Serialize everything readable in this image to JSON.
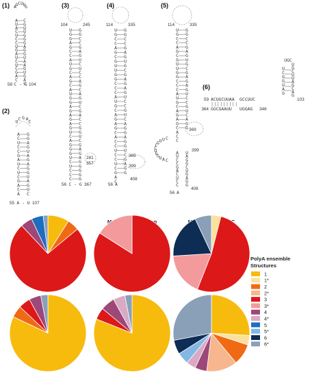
{
  "colors": {
    "1": "#f7bb0e",
    "1*": "#fbe19b",
    "2": "#f06a16",
    "2*": "#f7b68d",
    "3": "#dc1818",
    "3*": "#f29a9c",
    "4": "#9e4779",
    "4*": "#d8aac4",
    "5": "#1d6ebf",
    "5*": "#85b7e4",
    "6": "#0d2d55",
    "6*": "#8a9fb8"
  },
  "structures": [
    {
      "id": "s1",
      "label": "(1)",
      "top": "AGCUUG",
      "side_left": "AUACUCCUGAUCUCGAC",
      "side_right": "CGUUGGGAGGUAAGUGAC",
      "five_prime": "58",
      "three_prime": "104",
      "bottom_pair": "C - G"
    },
    {
      "id": "s2",
      "label": "(2)",
      "top": "UCGAC",
      "side_left": "ACUCCGAUCUCGACA",
      "side_right": "GGAGUAGAGGUAGUC",
      "five_prime": "55",
      "three_prime": "107",
      "bottom_pair": "A - U"
    },
    {
      "id": "s3",
      "label": "(3)",
      "left_start": "104",
      "right_start": "245",
      "side_left": "UGGAGCCAUGCAGCAUGGAGAGAGUCAGGGUCUCCC",
      "side_right": "GGCCGAGUCUCCAGCAGUCGACCGGUCGAGAGGGGG",
      "mid_a": "281",
      "mid_b": "357",
      "five_prime": "56",
      "three_prime": "367",
      "bottom_pair": "C - G"
    },
    {
      "id": "s4",
      "label": "(4)",
      "left_start": "114",
      "right_start": "335",
      "side_left": "UGCCAGCGUUGGCCCAUGCAGAGCACCUCCUCGAC",
      "side_right": "GGCCGAGUGCGAGAGUCCGUCAGGAGGUCGAGG",
      "mid_a": "365",
      "mid_b": "399",
      "five_prime": "56",
      "three_prime": "408",
      "bottom_pair": "A"
    },
    {
      "id": "s5",
      "label": "(5)",
      "left_start": "114",
      "right_start": "335",
      "side_left": "UGCCAGCGUUGGCCCAUGCAGAGCACC",
      "side_right": "GGCCGAGUGCGAGAGUCCGUCAGG",
      "branch": "CUUGCCUGGUAC",
      "mid_a": "369",
      "mid_b": "399",
      "tail_left": "AUCCGACUCC",
      "tail_right": "UAGGCUGAGG",
      "five_prime": "56",
      "three_prime": "408",
      "bottom_pair": "A"
    },
    {
      "id": "s6",
      "label": "(6)",
      "top_strand": "ACUGCUUAA",
      "bottom_strand": "GGCGAAUU",
      "top_strand_b": "GCCUUC",
      "bottom_strand_b": "UGGAG",
      "hairpin_left": "UCGGUAG",
      "hairpin_right": "UGCUUAGCAG",
      "hairpin_top": "UGC",
      "top_left_num": "59",
      "top_right_num": "103",
      "bottom_left_num": "364",
      "bottom_right_num": "346"
    }
  ],
  "chart_data": {
    "type": "pie",
    "legend": {
      "title_line1": "PolyA ensemble",
      "title_line2": "Structures",
      "entries": [
        "1",
        "1*",
        "2",
        "2*",
        "3",
        "3*",
        "4",
        "4*",
        "5",
        "5*",
        "6",
        "6*"
      ]
    },
    "charts": [
      {
        "title": "Monomer 414",
        "slices": [
          {
            "name": "1",
            "value": 9
          },
          {
            "name": "2",
            "value": 5
          },
          {
            "name": "3",
            "value": 74
          },
          {
            "name": "4",
            "value": 5
          },
          {
            "name": "5",
            "value": 5
          },
          {
            "name": "6*",
            "value": 2
          }
        ]
      },
      {
        "title": "Monomer 414 + Gag",
        "slices": [
          {
            "name": "3",
            "value": 84
          },
          {
            "name": "3*",
            "value": 16
          }
        ]
      },
      {
        "title": "Monomer 414 + NC",
        "slices": [
          {
            "name": "1*",
            "value": 4
          },
          {
            "name": "3",
            "value": 52
          },
          {
            "name": "3*",
            "value": 18
          },
          {
            "name": "6",
            "value": 19
          },
          {
            "name": "6*",
            "value": 7
          }
        ]
      },
      {
        "title": "Dimer 414",
        "slices": [
          {
            "name": "1",
            "value": 82
          },
          {
            "name": "2",
            "value": 5
          },
          {
            "name": "3",
            "value": 5
          },
          {
            "name": "4",
            "value": 5
          },
          {
            "name": "6*",
            "value": 3
          }
        ]
      },
      {
        "title": "Dimer 414 + Gag",
        "slices": [
          {
            "name": "1",
            "value": 81
          },
          {
            "name": "3",
            "value": 5
          },
          {
            "name": "4",
            "value": 6
          },
          {
            "name": "4*",
            "value": 5
          },
          {
            "name": "6*",
            "value": 3
          }
        ]
      },
      {
        "title": "Dimer 414 + NC",
        "slices": [
          {
            "name": "1",
            "value": 26
          },
          {
            "name": "1*",
            "value": 4
          },
          {
            "name": "2",
            "value": 9
          },
          {
            "name": "2*",
            "value": 13
          },
          {
            "name": "4",
            "value": 5
          },
          {
            "name": "4*",
            "value": 4
          },
          {
            "name": "5*",
            "value": 5
          },
          {
            "name": "6",
            "value": 6
          },
          {
            "name": "6*",
            "value": 28
          }
        ]
      }
    ]
  }
}
